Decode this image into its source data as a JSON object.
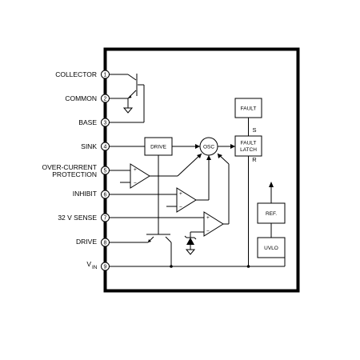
{
  "pins": [
    {
      "num": "1",
      "label": "COLLECTOR"
    },
    {
      "num": "2",
      "label": "COMMON"
    },
    {
      "num": "3",
      "label": "BASE"
    },
    {
      "num": "4",
      "label": "SINK"
    },
    {
      "num": "5",
      "label_line1": "OVER-CURRENT",
      "label_line2": "PROTECTION"
    },
    {
      "num": "6",
      "label": "INHIBIT"
    },
    {
      "num": "7",
      "label": "32 V SENSE"
    },
    {
      "num": "8",
      "label": "DRIVE"
    },
    {
      "num": "9",
      "label_main": "V",
      "label_sub": "IN"
    }
  ],
  "blocks": {
    "drive": "DRIVE",
    "osc": "OSC",
    "fault": "FAULT",
    "fault_latch_line1": "FAULT",
    "fault_latch_line2": "LATCH",
    "ref": "REF.",
    "uvlo": "UVLO"
  },
  "latch_inputs": {
    "set": "S",
    "reset": "R"
  },
  "comparator_signs": {
    "plus": "+",
    "minus": "−"
  }
}
